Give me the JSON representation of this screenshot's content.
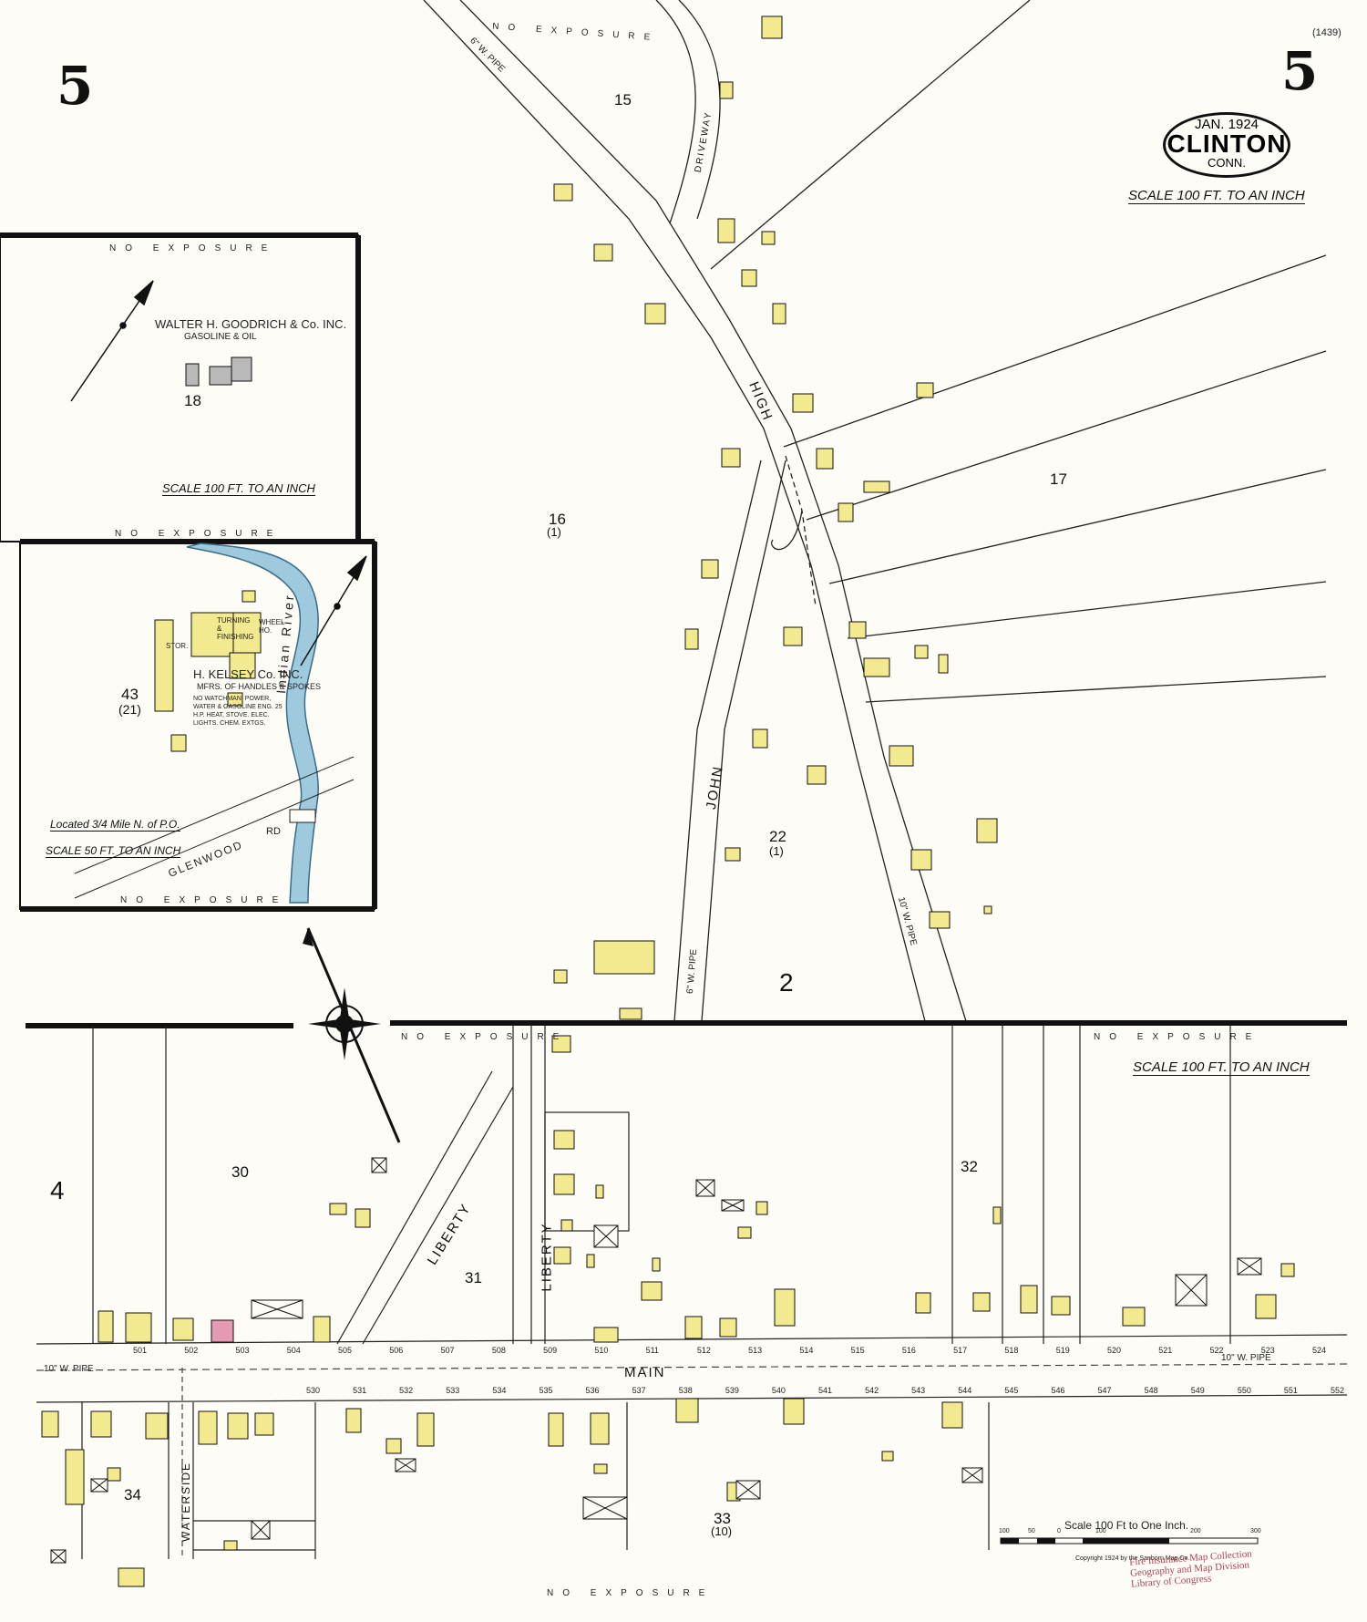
{
  "sheet": {
    "sheet_number": "5",
    "corner_ref": "(1439)",
    "date": "JAN. 1924",
    "town": "CLINTON",
    "state": "CONN.",
    "scale_main": "SCALE 100 FT. TO AN INCH",
    "scale_lower": "SCALE 100 FT. TO AN INCH",
    "scale_bar_title": "Scale 100 Ft to One Inch.",
    "scale_bar_ticks": [
      "100",
      "50",
      "0",
      "100",
      "200",
      "300"
    ],
    "copyright": "Copyright 1924 by the Sanborn Map Co.",
    "stamp": [
      "Fire Insurance Map Collection",
      "Geography and Map Division",
      "Library of Congress"
    ],
    "exposure": "NO EXPOSURE",
    "adjoining_sheets": [
      "4",
      "2"
    ]
  },
  "inset_top": {
    "firm": "WALTER H. GOODRICH & Co. INC.",
    "firm_sub": "GASOLINE & OIL",
    "block": "18",
    "scale": "SCALE 100 FT. TO AN INCH"
  },
  "inset_bottom": {
    "firm": "H. KELSEY Co. INC.",
    "firm_sub": "MFRS. OF HANDLES & SPOKES",
    "block": "43",
    "block_sub": "(21)",
    "river": "Indian River",
    "road": "GLENWOOD",
    "road_sfx": "RD",
    "buildings": [
      "TURNING & FINISHING",
      "WHEEL HO.",
      "STOR."
    ],
    "notes": "NO WATCHMAN. POWER, WATER & GASOLINE ENG. 25 H.P. HEAT, STOVE. ELEC. LIGHTS. CHEM. EXTGS.",
    "location": "Located 3/4 Mile N. of P.O.",
    "scale": "SCALE 50 FT. TO AN INCH"
  },
  "streets": {
    "high": "HIGH",
    "john": "JOHN",
    "liberty_diag": "LIBERTY",
    "liberty_vert": "LIBERTY",
    "main": "MAIN",
    "waterside": "WATERSIDE",
    "driveway": "DRIVEWAY"
  },
  "blocks": {
    "b15": "15",
    "b16": "16",
    "b16s": "(1)",
    "b17": "17",
    "b22": "22",
    "b22s": "(1)",
    "b30": "30",
    "b31": "31",
    "b32": "32",
    "b33": "33",
    "b33s": "(10)",
    "b34": "34"
  },
  "pipes": {
    "main_pipe": "10\" W. PIPE",
    "john_pipe": "6\" W. PIPE",
    "high_pipe": "10\" W. PIPE",
    "top_pipe": "6\" W. PIPE"
  },
  "addresses_main_north": [
    "501",
    "502",
    "503",
    "504",
    "505",
    "506",
    "507",
    "508",
    "509",
    "510",
    "511",
    "512",
    "513",
    "514",
    "515",
    "516",
    "517",
    "518",
    "519",
    "520",
    "521",
    "522",
    "523",
    "524"
  ],
  "addresses_main_south": [
    "530",
    "531",
    "532",
    "533",
    "534",
    "535",
    "536",
    "537",
    "538",
    "539",
    "540",
    "541",
    "542",
    "543",
    "544",
    "545",
    "546",
    "547",
    "548",
    "549",
    "550",
    "551",
    "552"
  ],
  "colors": {
    "paper": "#fdfcf7",
    "frame_dwelling": "#f3e98e",
    "brick": "#e59ab3",
    "iron": "#b9b9b9",
    "water": "#9fc9dc",
    "ink": "#111111"
  }
}
